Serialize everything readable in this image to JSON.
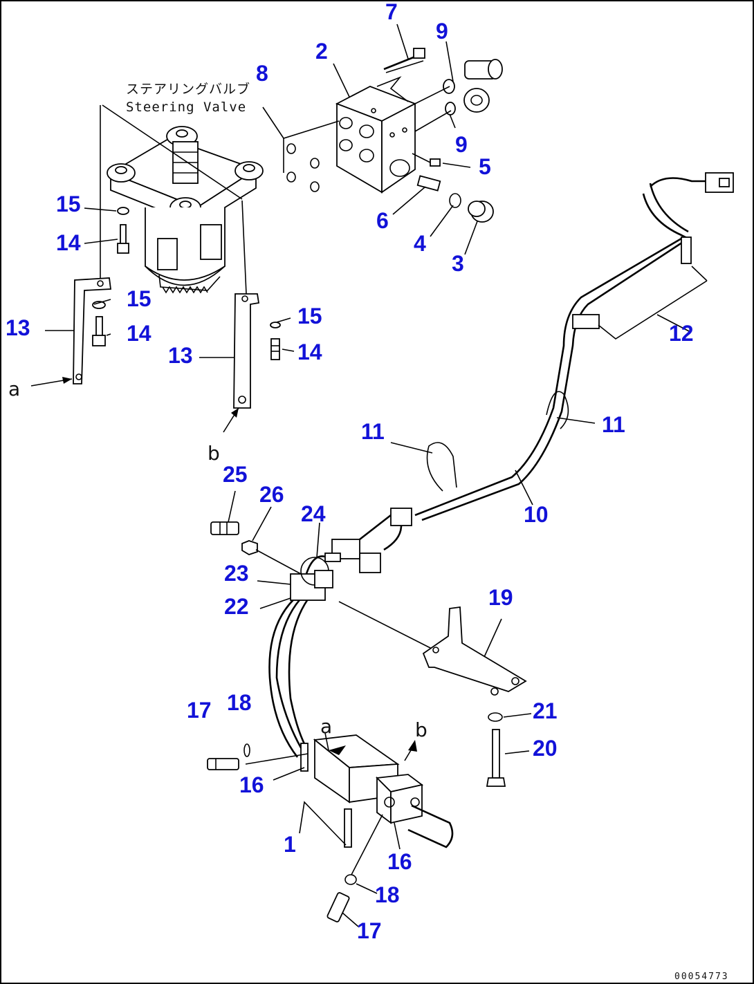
{
  "drawing": {
    "label_jp": "ステアリングバルブ",
    "label_en": "Steering Valve",
    "drawing_code": "00054773",
    "view_refs": [
      "a",
      "a",
      "b",
      "b"
    ],
    "callouts": [
      "1",
      "2",
      "3",
      "4",
      "5",
      "6",
      "7",
      "8",
      "9",
      "9",
      "10",
      "11",
      "11",
      "12",
      "13",
      "13",
      "14",
      "14",
      "14",
      "15",
      "15",
      "15",
      "16",
      "16",
      "17",
      "17",
      "18",
      "18",
      "19",
      "20",
      "21",
      "22",
      "23",
      "24",
      "25",
      "26"
    ]
  }
}
